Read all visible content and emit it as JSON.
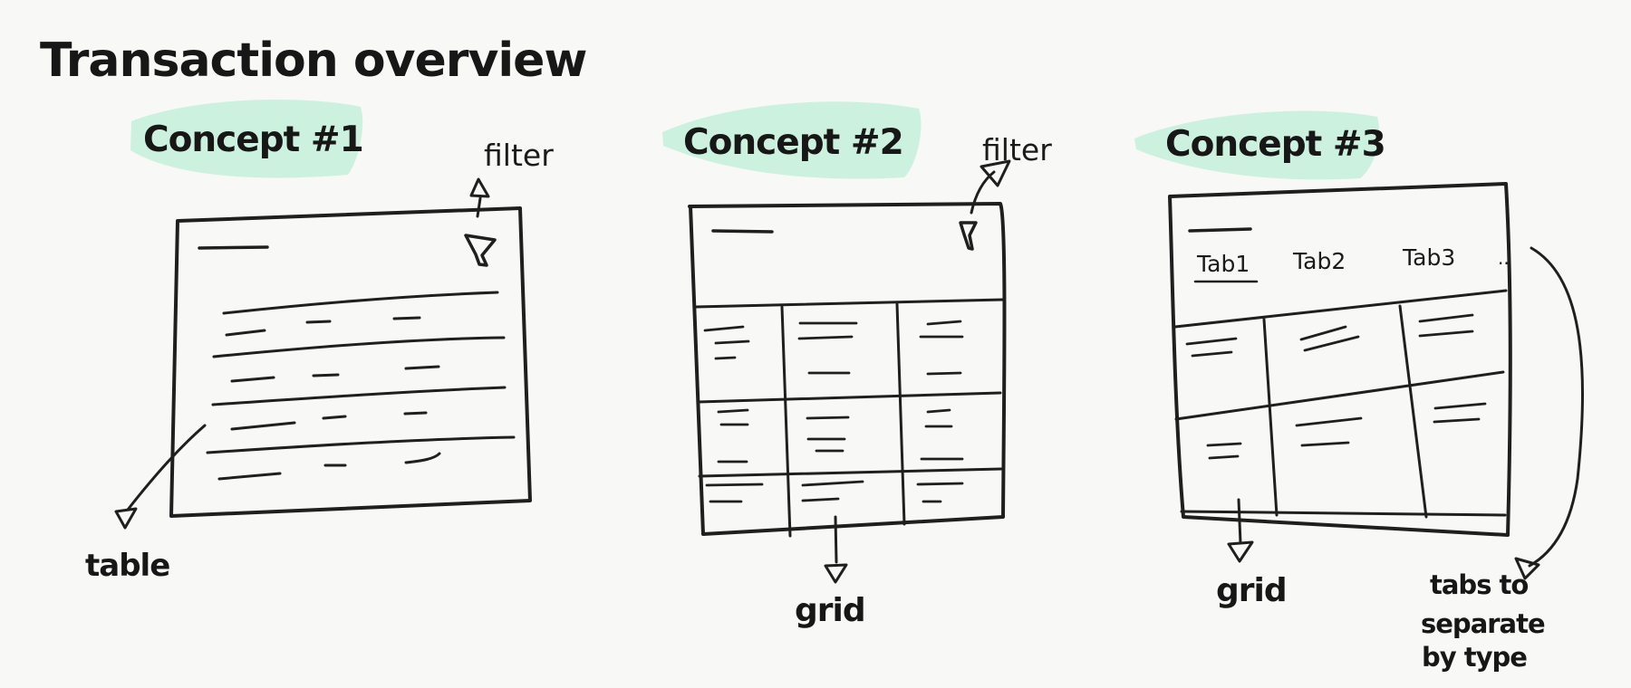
{
  "title": "Transaction overview",
  "concepts": [
    {
      "label": "Concept #1",
      "annotations": {
        "top_right": "filter",
        "bottom_left": "table"
      }
    },
    {
      "label": "Concept #2",
      "annotations": {
        "top_right": "filter",
        "bottom": "grid"
      }
    },
    {
      "label": "Concept #3",
      "tabs": [
        "Tab1",
        "Tab2",
        "Tab3",
        ".."
      ],
      "annotations": {
        "bottom": "grid",
        "right_note_lines": [
          "tabs to",
          "separate",
          "by type"
        ]
      }
    }
  ],
  "colors": {
    "ink": "#1f1f1f",
    "highlight": "#c9f0dc",
    "paper": "#f8f8f6"
  },
  "icons": [
    "filter-icon"
  ]
}
